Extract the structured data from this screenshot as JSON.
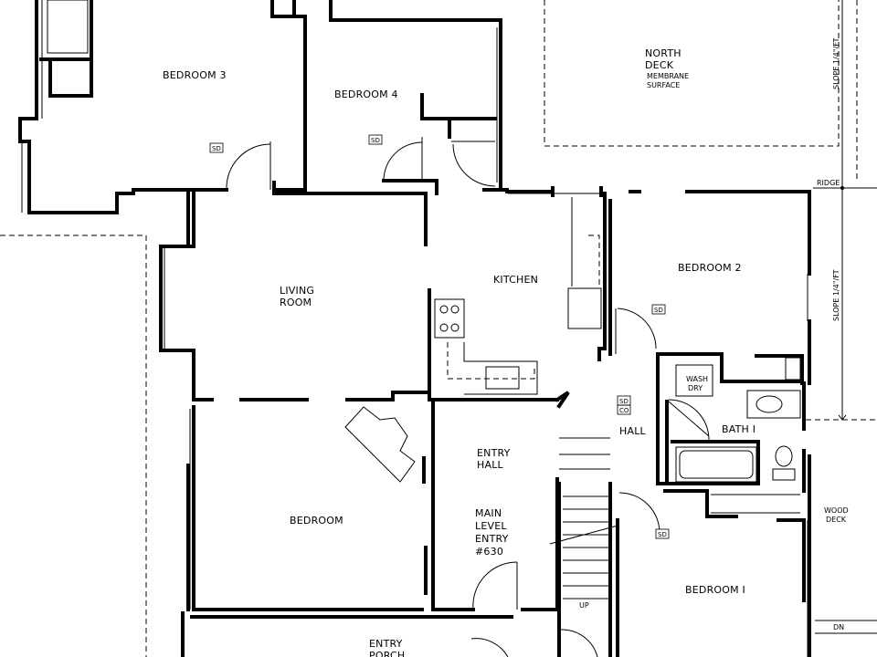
{
  "rooms": {
    "bedroom3": "BEDROOM 3",
    "bedroom4": "BEDROOM 4",
    "north_deck": [
      "NORTH",
      "DECK"
    ],
    "north_deck_note": [
      "MEMBRANE",
      "SURFACE"
    ],
    "living_room": [
      "LIVING",
      "ROOM"
    ],
    "kitchen": "KITCHEN",
    "bedroom2": "BEDROOM 2",
    "wash_dry": [
      "WASH",
      "DRY"
    ],
    "hall": "HALL",
    "bath1": "BATH I",
    "entry_hall": [
      "ENTRY",
      "HALL"
    ],
    "bedroom": "BEDROOM",
    "main_entry": [
      "MAIN",
      "LEVEL",
      "ENTRY",
      "#630"
    ],
    "bedroom1": "BEDROOM I",
    "wood_deck": [
      "WOOD",
      "DECK"
    ],
    "entry_porch": [
      "ENTRY",
      "PORCH"
    ]
  },
  "annotations": {
    "slope_upper": "SLOPE 1/4\"/FT",
    "slope_lower": "SLOPE 1/4\"/FT",
    "ridge": "RIDGE",
    "up": "UP",
    "dn": "DN",
    "smoke_detector": "SD",
    "carbon_monoxide": "CO"
  }
}
